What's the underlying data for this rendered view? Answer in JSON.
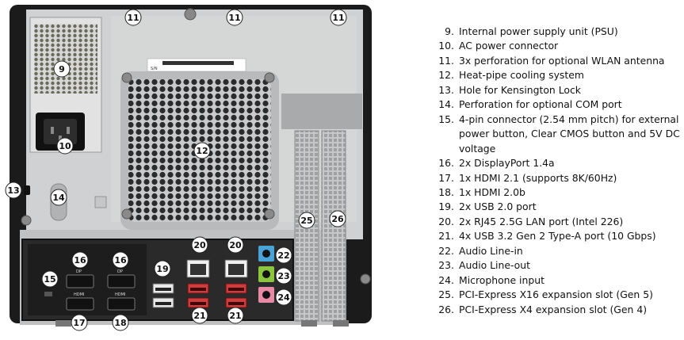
{
  "legend": [
    {
      "num": "9.",
      "text": "Internal power supply unit (PSU)"
    },
    {
      "num": "10.",
      "text": "AC power connector"
    },
    {
      "num": "11.",
      "text": "3x perforation for optional WLAN antenna"
    },
    {
      "num": "12.",
      "text": "Heat-pipe cooling system"
    },
    {
      "num": "13.",
      "text": "Hole for Kensington Lock"
    },
    {
      "num": "14.",
      "text": "Perforation for optional COM port"
    },
    {
      "num": "15.",
      "text": "4-pin connector (2.54 mm pitch) for external power button, Clear CMOS button and 5V DC voltage"
    },
    {
      "num": "16.",
      "text": "2x DisplayPort 1.4a"
    },
    {
      "num": "17.",
      "text": "1x HDMI 2.1 (supports 8K/60Hz)"
    },
    {
      "num": "18.",
      "text": "1x HDMI 2.0b"
    },
    {
      "num": "19.",
      "text": "2x USB 2.0 port"
    },
    {
      "num": "20.",
      "text": "2x RJ45 2.5G LAN port (Intel 226)"
    },
    {
      "num": "21.",
      "text": "4x USB 3.2 Gen 2 Type-A port (10 Gbps)"
    },
    {
      "num": "22.",
      "text": "Audio Line-in"
    },
    {
      "num": "23.",
      "text": "Audio Line-out"
    },
    {
      "num": "24.",
      "text": "Microphone input"
    },
    {
      "num": "25.",
      "text": "PCI-Express X16 expansion slot (Gen 5)"
    },
    {
      "num": "26.",
      "text": "PCI-Express X4 expansion slot (Gen 4)"
    }
  ],
  "callouts": {
    "c9": "9",
    "c10": "10",
    "c11a": "11",
    "c11b": "11",
    "c11c": "11",
    "c12": "12",
    "c13": "13",
    "c14": "14",
    "c15": "15",
    "c16a": "16",
    "c16b": "16",
    "c17": "17",
    "c18": "18",
    "c19": "19",
    "c20a": "20",
    "c20b": "20",
    "c21a": "21",
    "c21b": "21",
    "c22": "22",
    "c23": "23",
    "c24": "24",
    "c25": "25",
    "c26": "26"
  },
  "ports": {
    "dp": "DP",
    "hdmi": "HDMI",
    "serial": "S/N"
  },
  "colors": {
    "chassis": "#1b1b1b",
    "panel": "#cfd1d3",
    "io_panel": "#2a2a2a",
    "usb3": "#d23b3b",
    "audio_in": "#4aa3d8",
    "audio_out": "#8cc63f",
    "mic": "#e889a6"
  }
}
